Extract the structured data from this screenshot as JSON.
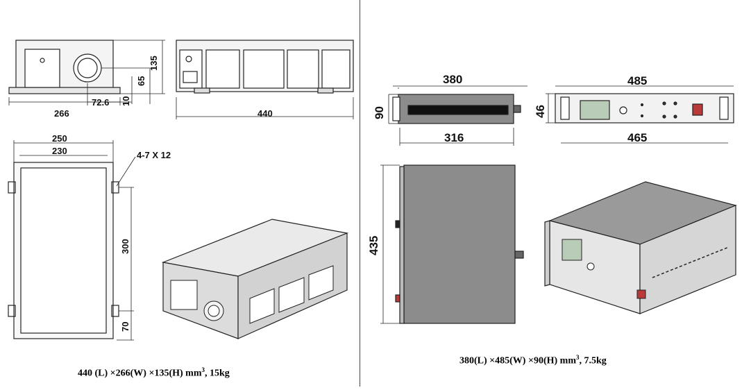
{
  "left": {
    "dims": {
      "front_height": "135",
      "lens_height": "65",
      "foot_height": "10",
      "lens_offset": "72.6",
      "front_width": "266",
      "side_length": "440",
      "top_outer": "250",
      "top_inner": "230",
      "hole_spec": "4-7 X 12",
      "hole_span": "300",
      "hole_offset": "70"
    },
    "caption": {
      "main": "440 (L)  ×266(W)  ×135(H) mm",
      "sup": "3",
      "tail": ", 15kg"
    }
  },
  "right": {
    "dims": {
      "side_length": "380",
      "side_height": "90",
      "side_body": "316",
      "front_outer": "485",
      "front_height": "46",
      "front_inner": "465",
      "top_depth": "435"
    },
    "caption": {
      "main": "380(L)  ×485(W)  ×90(H) mm",
      "sup": "3",
      "tail": ", 7.5kg"
    }
  }
}
